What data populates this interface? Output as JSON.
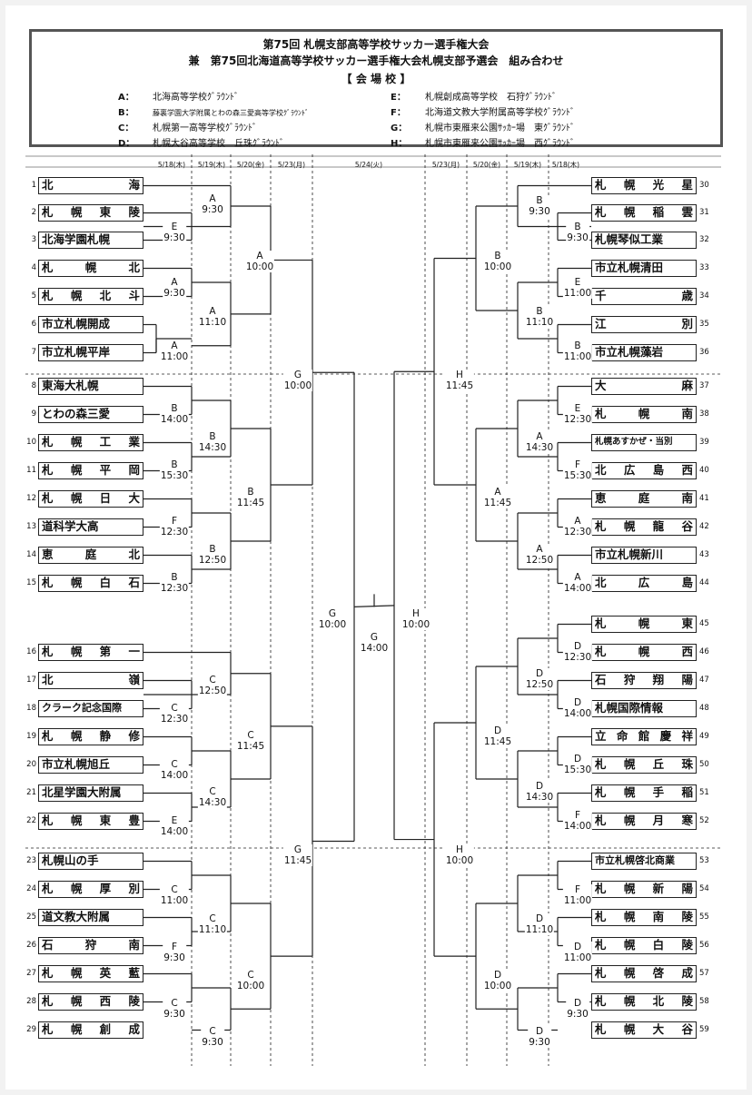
{
  "header": {
    "title": "第75回 札幌支部高等学校サッカー選手権大会",
    "subtitle": "兼　第75回北海道高等学校サッカー選手権大会札幌支部予選会　組み合わせ",
    "venues_heading": "【 会 場 校 】",
    "venues": [
      {
        "letter": "A：",
        "name": "北海高等学校ｸﾞﾗｳﾝﾄﾞ"
      },
      {
        "letter": "B：",
        "name": "藤裏学園大学附属とわの森三愛高等学校ｸﾞﾗｳﾝﾄﾞ"
      },
      {
        "letter": "C：",
        "name": "札幌第一高等学校ｸﾞﾗｳﾝﾄﾞ"
      },
      {
        "letter": "D：",
        "name": "札幌大谷高等学校　丘珠ｸﾞﾗｳﾝﾄﾞ"
      },
      {
        "letter": "E：",
        "name": "札幌創成高等学校　石狩ｸﾞﾗｳﾝﾄﾞ"
      },
      {
        "letter": "F：",
        "name": "北海道文教大学附属高等学校ｸﾞﾗｳﾝﾄﾞ"
      },
      {
        "letter": "G：",
        "name": "札幌市東雁来公園ｻｯｶｰ場　東ｸﾞﾗｳﾝﾄﾞ"
      },
      {
        "letter": "H：",
        "name": "札幌市東雁来公園ｻｯｶｰ場　西ｸﾞﾗｳﾝﾄﾞ"
      }
    ]
  },
  "dates": [
    "5/18(木)",
    "5/19(木)",
    "5/20(金)",
    "5/23(月)",
    "5/24(火)",
    "5/23(月)",
    "5/20(金)",
    "5/19(木)",
    "5/18(木)"
  ],
  "teams_left": [
    {
      "num": "1",
      "name": "北　　　海"
    },
    {
      "num": "2",
      "name": "札　幌　東　陵"
    },
    {
      "num": "3",
      "name": "北海学園札幌"
    },
    {
      "num": "4",
      "name": "札　　幌　　北"
    },
    {
      "num": "5",
      "name": "札　幌　北　斗"
    },
    {
      "num": "6",
      "name": "市立札幌開成"
    },
    {
      "num": "7",
      "name": "市立札幌平岸"
    },
    {
      "num": "8",
      "name": "東海大札幌"
    },
    {
      "num": "9",
      "name": "とわの森三愛"
    },
    {
      "num": "10",
      "name": "札　幌　工　業"
    },
    {
      "num": "11",
      "name": "札　幌　平　岡"
    },
    {
      "num": "12",
      "name": "札　幌　日　大"
    },
    {
      "num": "13",
      "name": "道科学大高"
    },
    {
      "num": "14",
      "name": "恵　　庭　　北"
    },
    {
      "num": "15",
      "name": "札　幌　白　石"
    },
    {
      "num": "16",
      "name": "札　幌　第　一"
    },
    {
      "num": "17",
      "name": "北　　　　　嶺"
    },
    {
      "num": "18",
      "name": "クラーク記念国際"
    },
    {
      "num": "19",
      "name": "札　幌　静　修"
    },
    {
      "num": "20",
      "name": "市立札幌旭丘"
    },
    {
      "num": "21",
      "name": "北星学園大附属"
    },
    {
      "num": "22",
      "name": "札　幌　東　豊"
    },
    {
      "num": "23",
      "name": "札幌山の手"
    },
    {
      "num": "24",
      "name": "札　幌　厚　別"
    },
    {
      "num": "25",
      "name": "道文教大附属"
    },
    {
      "num": "26",
      "name": "石　　狩　　南"
    },
    {
      "num": "27",
      "name": "札　幌　英　藍"
    },
    {
      "num": "28",
      "name": "札　幌　西　陵"
    },
    {
      "num": "29",
      "name": "札　幌　創　成"
    }
  ],
  "teams_right": [
    {
      "num": "30",
      "name": "札　幌　光　星"
    },
    {
      "num": "31",
      "name": "札　幌　稲　雲"
    },
    {
      "num": "32",
      "name": "札幌琴似工業"
    },
    {
      "num": "33",
      "name": "市立札幌清田"
    },
    {
      "num": "34",
      "name": "千　　　　　歳"
    },
    {
      "num": "35",
      "name": "江　　　　　別"
    },
    {
      "num": "36",
      "name": "市立札幌藻岩"
    },
    {
      "num": "37",
      "name": "大　　　　　麻"
    },
    {
      "num": "38",
      "name": "札　　幌　　南"
    },
    {
      "num": "39",
      "name": "札幌あすかぜ・当別"
    },
    {
      "num": "40",
      "name": "北　広　島　西"
    },
    {
      "num": "41",
      "name": "恵　　庭　　南"
    },
    {
      "num": "42",
      "name": "札　幌　龍　谷"
    },
    {
      "num": "43",
      "name": "市立札幌新川"
    },
    {
      "num": "44",
      "name": "北　　広　　島"
    },
    {
      "num": "45",
      "name": "札　　幌　　東"
    },
    {
      "num": "46",
      "name": "札　　幌　　西"
    },
    {
      "num": "47",
      "name": "石　狩　翔　陽"
    },
    {
      "num": "48",
      "name": "札幌国際情報"
    },
    {
      "num": "49",
      "name": "立　命　館　慶　祥"
    },
    {
      "num": "50",
      "name": "札　幌　丘　珠"
    },
    {
      "num": "51",
      "name": "札　幌　手　稲"
    },
    {
      "num": "52",
      "name": "札　幌　月　寒"
    },
    {
      "num": "53",
      "name": "市立札幌啓北商業"
    },
    {
      "num": "54",
      "name": "札　幌　新　陽"
    },
    {
      "num": "55",
      "name": "札　幌　南　陵"
    },
    {
      "num": "56",
      "name": "札　幌　白　陵"
    },
    {
      "num": "57",
      "name": "札　幌　啓　成"
    },
    {
      "num": "58",
      "name": "札　幌　北　陵"
    },
    {
      "num": "59",
      "name": "札　幌　大　谷"
    }
  ],
  "matches": [
    {
      "v": "A",
      "t": "9:30"
    },
    {
      "v": "E",
      "t": "9:30"
    },
    {
      "v": "A",
      "t": "10:00"
    },
    {
      "v": "A",
      "t": "9:30"
    },
    {
      "v": "A",
      "t": "11:10"
    },
    {
      "v": "A",
      "t": "11:00"
    },
    {
      "v": "G",
      "t": "10:00"
    },
    {
      "v": "B",
      "t": "14:00"
    },
    {
      "v": "B",
      "t": "14:30"
    },
    {
      "v": "B",
      "t": "15:30"
    },
    {
      "v": "B",
      "t": "11:45"
    },
    {
      "v": "F",
      "t": "12:30"
    },
    {
      "v": "B",
      "t": "12:50"
    },
    {
      "v": "B",
      "t": "12:30"
    },
    {
      "v": "G",
      "t": "10:00"
    },
    {
      "v": "G",
      "t": "14:00"
    },
    {
      "v": "H",
      "t": "10:00"
    },
    {
      "v": "C",
      "t": "12:50"
    },
    {
      "v": "C",
      "t": "12:30"
    },
    {
      "v": "C",
      "t": "11:45"
    },
    {
      "v": "C",
      "t": "14:00"
    },
    {
      "v": "C",
      "t": "14:30"
    },
    {
      "v": "E",
      "t": "14:00"
    },
    {
      "v": "G",
      "t": "11:45"
    },
    {
      "v": "C",
      "t": "11:00"
    },
    {
      "v": "C",
      "t": "11:10"
    },
    {
      "v": "F",
      "t": "9:30"
    },
    {
      "v": "C",
      "t": "10:00"
    },
    {
      "v": "C",
      "t": "9:30"
    },
    {
      "v": "C",
      "t": "9:30"
    },
    {
      "v": "B",
      "t": "9:30"
    },
    {
      "v": "B",
      "t": "9:30"
    },
    {
      "v": "B",
      "t": "10:00"
    },
    {
      "v": "E",
      "t": "11:00"
    },
    {
      "v": "B",
      "t": "11:10"
    },
    {
      "v": "B",
      "t": "11:00"
    },
    {
      "v": "H",
      "t": "11:45"
    },
    {
      "v": "E",
      "t": "12:30"
    },
    {
      "v": "A",
      "t": "14:30"
    },
    {
      "v": "F",
      "t": "15:30"
    },
    {
      "v": "A",
      "t": "11:45"
    },
    {
      "v": "A",
      "t": "12:30"
    },
    {
      "v": "A",
      "t": "12:50"
    },
    {
      "v": "A",
      "t": "14:00"
    },
    {
      "v": "D",
      "t": "12:30"
    },
    {
      "v": "D",
      "t": "12:50"
    },
    {
      "v": "D",
      "t": "14:00"
    },
    {
      "v": "D",
      "t": "11:45"
    },
    {
      "v": "D",
      "t": "15:30"
    },
    {
      "v": "D",
      "t": "14:30"
    },
    {
      "v": "F",
      "t": "14:00"
    },
    {
      "v": "H",
      "t": "10:00"
    },
    {
      "v": "F",
      "t": "11:00"
    },
    {
      "v": "D",
      "t": "11:10"
    },
    {
      "v": "D",
      "t": "11:00"
    },
    {
      "v": "D",
      "t": "10:00"
    },
    {
      "v": "D",
      "t": "9:30"
    },
    {
      "v": "D",
      "t": "9:30"
    }
  ]
}
